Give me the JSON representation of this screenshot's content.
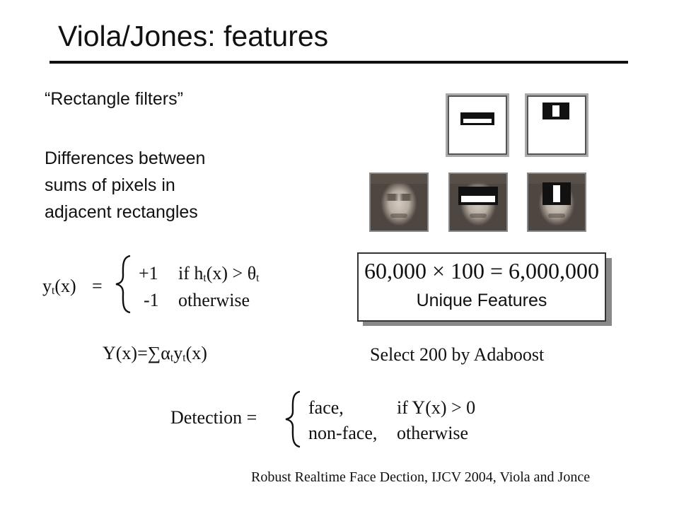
{
  "slide": {
    "title": "Viola/Jones:  features",
    "subtitle_quote": "“Rectangle filters”",
    "description_lines": [
      "Differences between",
      "sums of pixels  in",
      "adjacent rectangles"
    ],
    "classifier": {
      "lhs_var": "y",
      "lhs_sub": "t",
      "lhs_arg": "(x)",
      "equals": "=",
      "case1_value": "+1",
      "case1_cond_a": "if h",
      "case1_cond_sub": "t",
      "case1_cond_b": "(x) > θ",
      "case1_cond_sub2": "t",
      "case2_value": "-1",
      "case2_cond": "otherwise"
    },
    "strong": {
      "a": "Y(x)=∑α",
      "sub1": "t",
      "b": "y",
      "sub2": "t",
      "c": "(x)"
    },
    "unique_features": {
      "equation": "60,000 × 100 = 6,000,000",
      "label": "Unique Features"
    },
    "select_text": "Select 200 by Adaboost",
    "detection": {
      "lhs": "Detection =",
      "case1_value": "face,",
      "case1_cond": "if Y(x) > 0",
      "case2_value": "non-face,",
      "case2_cond": "otherwise"
    },
    "citation": "Robust Realtime Face Dection, IJCV 2004, Viola and Jonce"
  }
}
